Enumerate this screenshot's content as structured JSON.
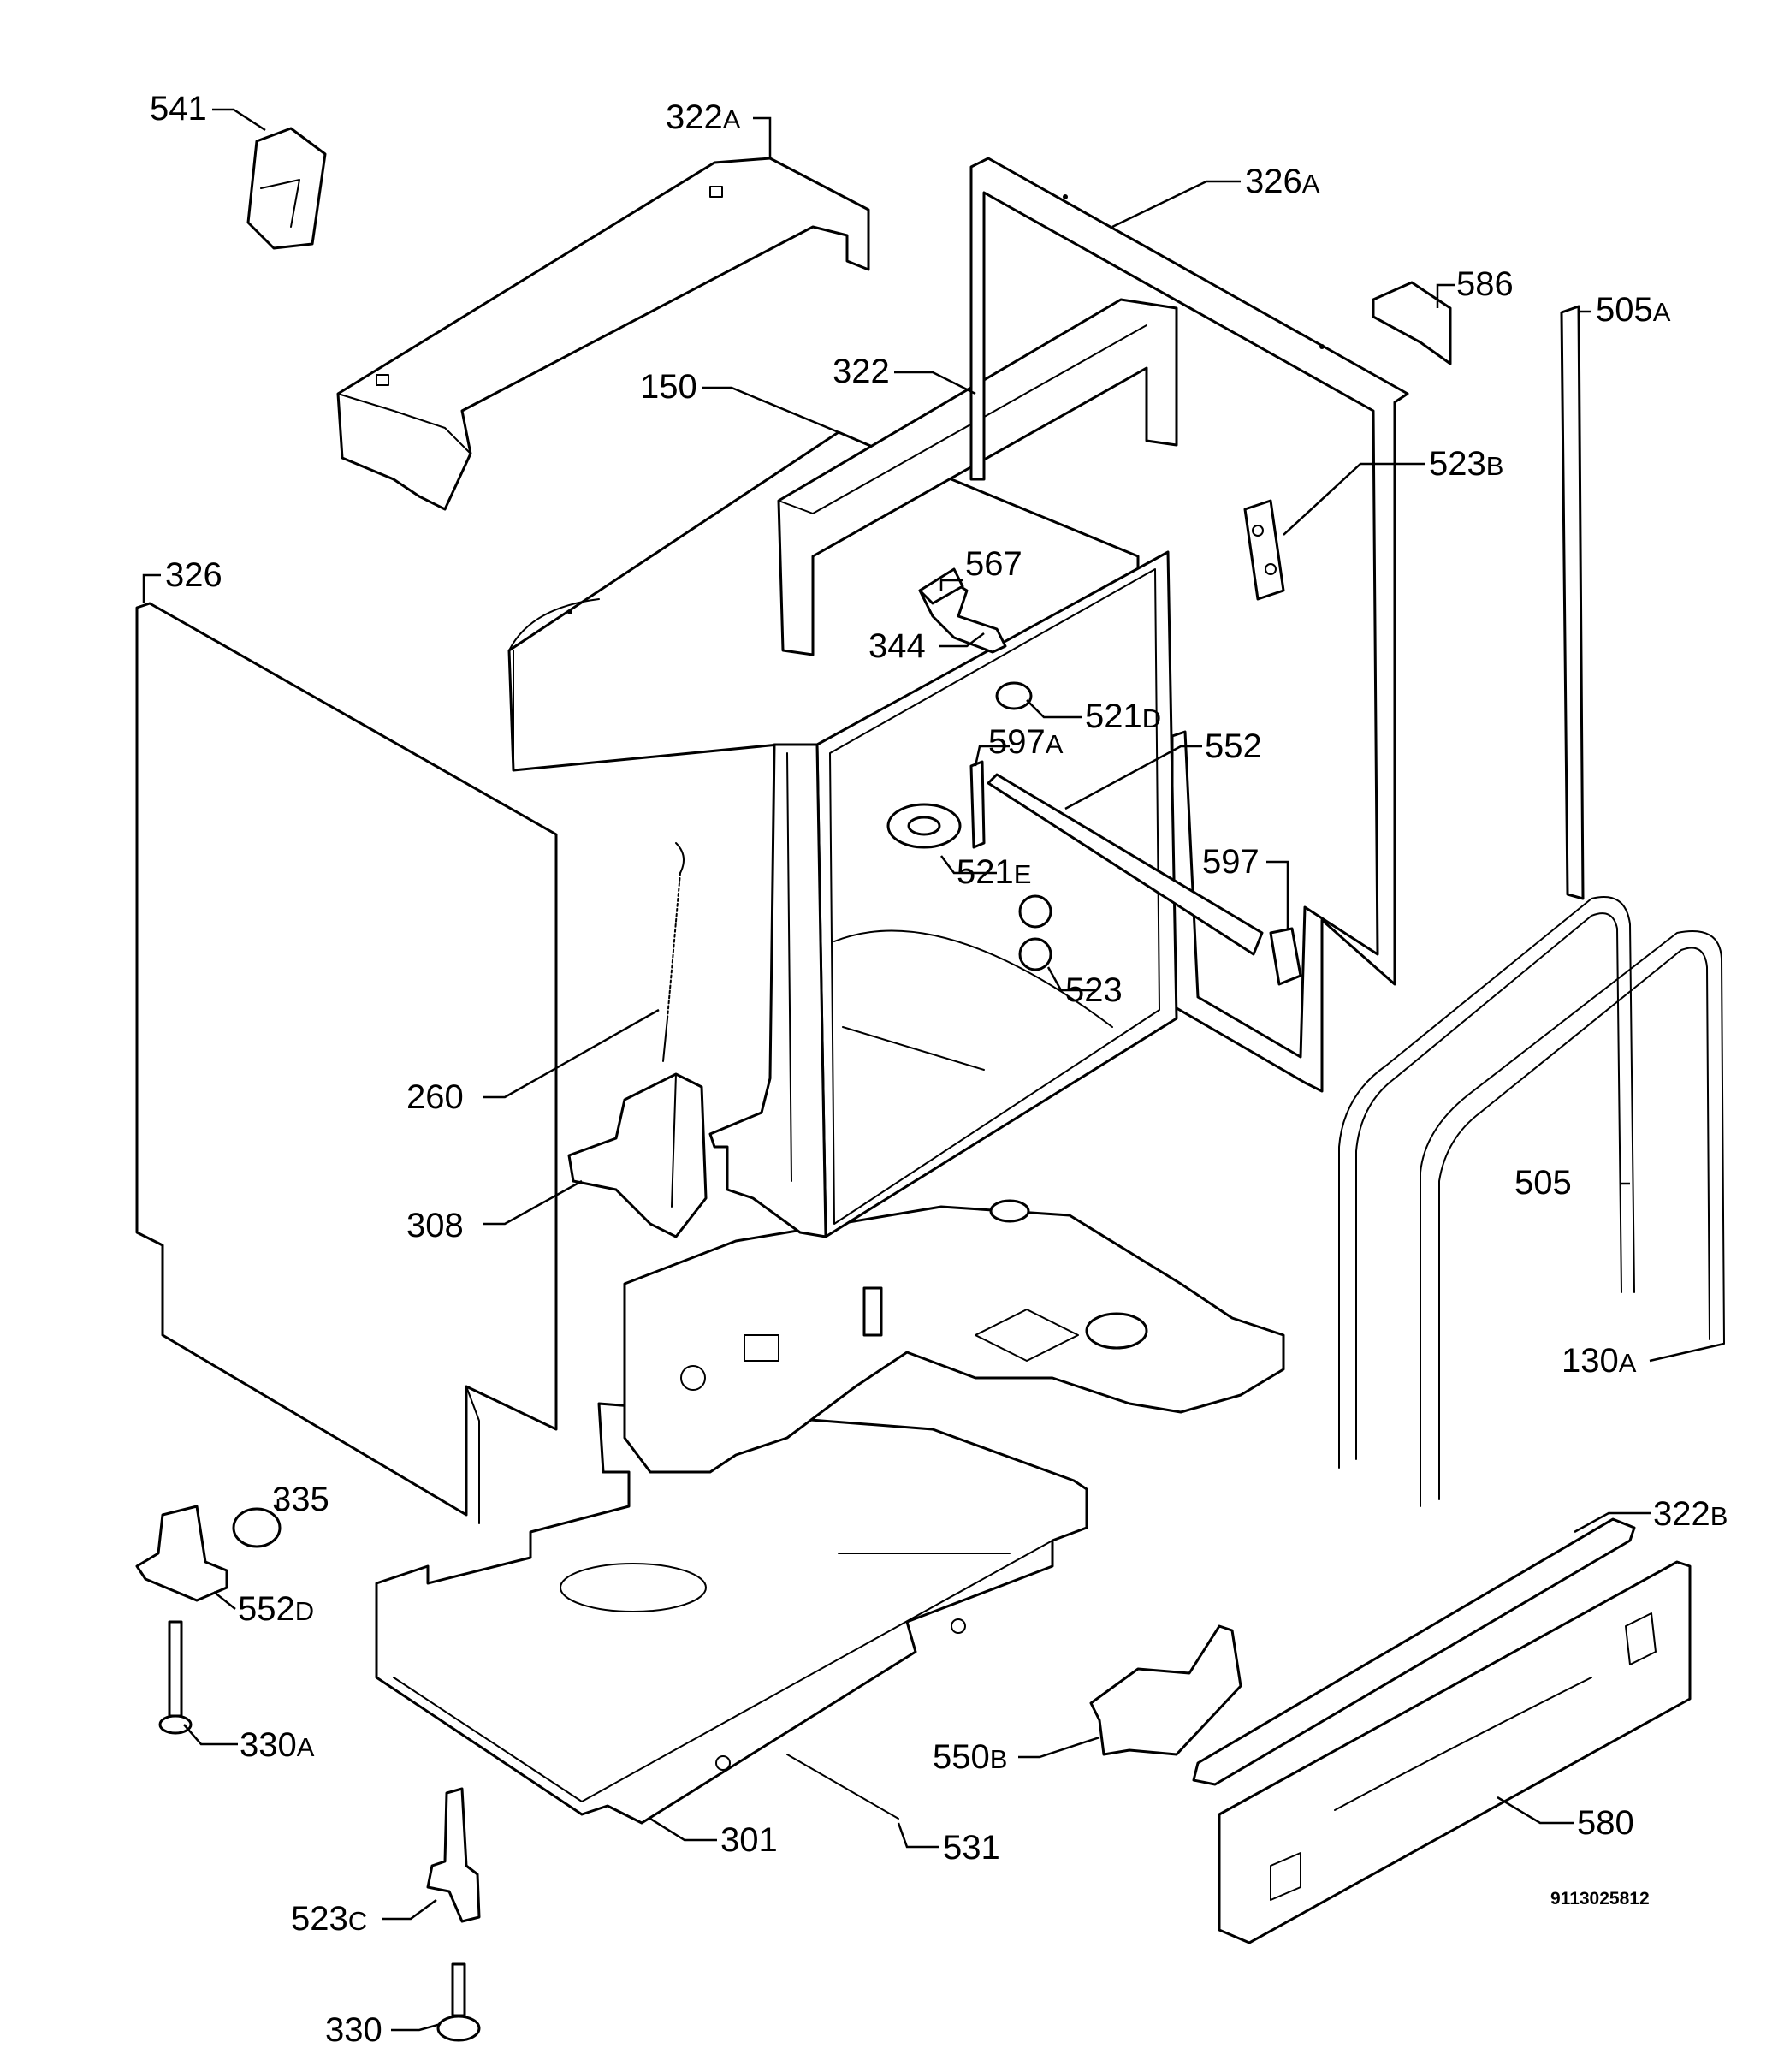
{
  "labels": {
    "p541": "541",
    "p322a": "322",
    "p322a_s": "A",
    "p326a": "326",
    "p326a_s": "A",
    "p586": "586",
    "p505a": "505",
    "p505a_s": "A",
    "p150": "150",
    "p322": "322",
    "p523b": "523",
    "p523b_s": "B",
    "p326": "326",
    "p567": "567",
    "p344": "344",
    "p521d": "521",
    "p521d_s": "D",
    "p597a": "597",
    "p597a_s": "A",
    "p552": "552",
    "p597": "597",
    "p521e": "521",
    "p521e_s": "E",
    "p523": "523",
    "p260": "260",
    "p308": "308",
    "p505": "505",
    "p130a": "130",
    "p130a_s": "A",
    "p335": "335",
    "p552d": "552",
    "p552d_s": "D",
    "p322b": "322",
    "p322b_s": "B",
    "p330a": "330",
    "p330a_s": "A",
    "p550b": "550",
    "p550b_s": "B",
    "p580": "580",
    "p301": "301",
    "p531": "531",
    "p523c": "523",
    "p523c_s": "C",
    "p330": "330"
  },
  "drawing_code": "9113025812"
}
